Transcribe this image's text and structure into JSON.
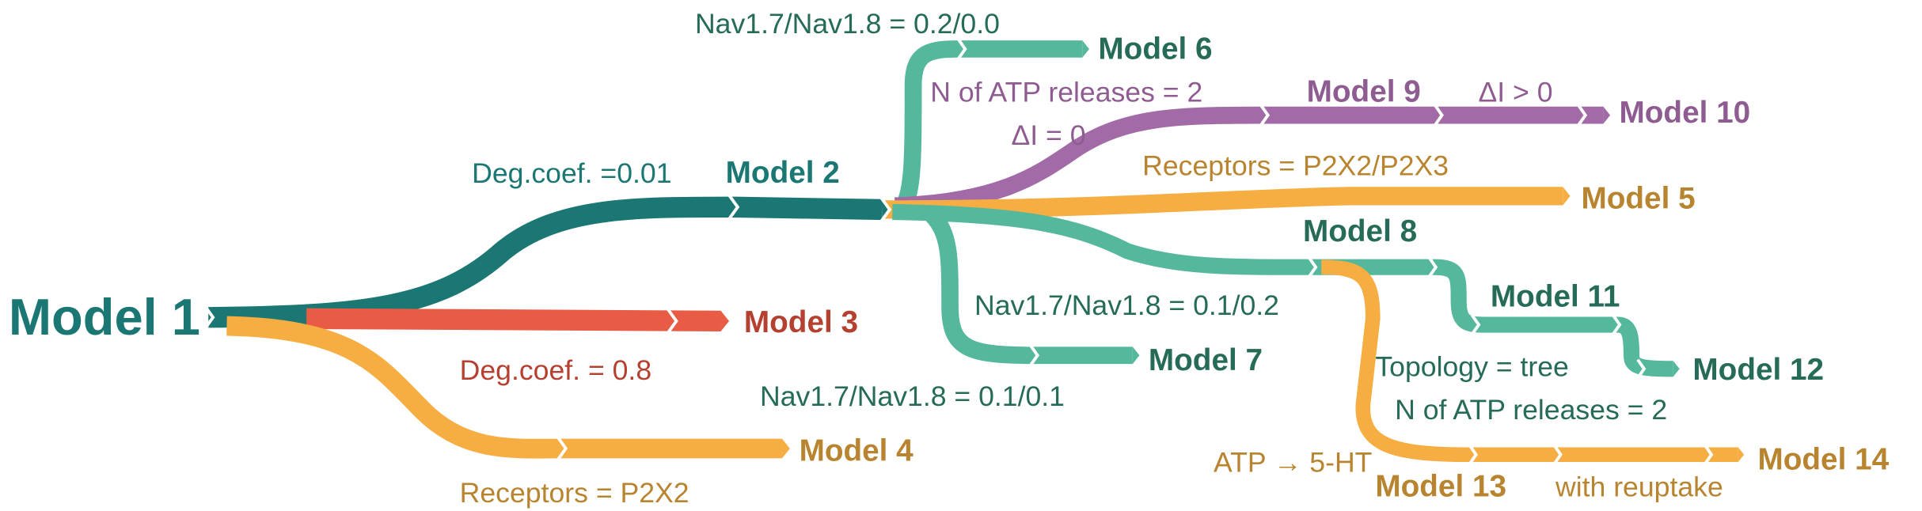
{
  "colors": {
    "dark_teal": "#1b7773",
    "light_teal": "#55b89d",
    "red": "#e85b44",
    "orange": "#f6ad41",
    "purple": "#a26ba7",
    "text_dark_teal": "#1b7773",
    "text_green": "#256b58",
    "text_red": "#b5402f",
    "text_orange": "#b9842f",
    "text_purple": "#8f5c91"
  },
  "nodes": {
    "m1": "Model 1",
    "m2": "Model 2",
    "m3": "Model 3",
    "m4": "Model 4",
    "m5": "Model 5",
    "m6": "Model 6",
    "m7": "Model 7",
    "m8": "Model 8",
    "m9": "Model 9",
    "m10": "Model 10",
    "m11": "Model 11",
    "m12": "Model 12",
    "m13": "Model 13",
    "m14": "Model 14"
  },
  "edge_labels": {
    "m2": "Deg.coef. =0.01",
    "m3": "Deg.coef. = 0.8",
    "m4": "Receptors = P2X2",
    "m6": "Nav1.7/Nav1.8 = 0.2/0.0",
    "m9": "N of ATP releases = 2",
    "m9_delta": "ΔI = 0",
    "m10": "ΔI > 0",
    "m5": "Receptors = P2X2/P2X3",
    "m8": "Nav1.7/Nav1.8 = 0.1/0.2",
    "m7": "Nav1.7/Nav1.8 = 0.1/0.1",
    "m12_topology": "Topology = tree",
    "m12_atp": "N of ATP releases = 2",
    "m13": "ATP → 5-HT",
    "m14": "with reuptake"
  }
}
